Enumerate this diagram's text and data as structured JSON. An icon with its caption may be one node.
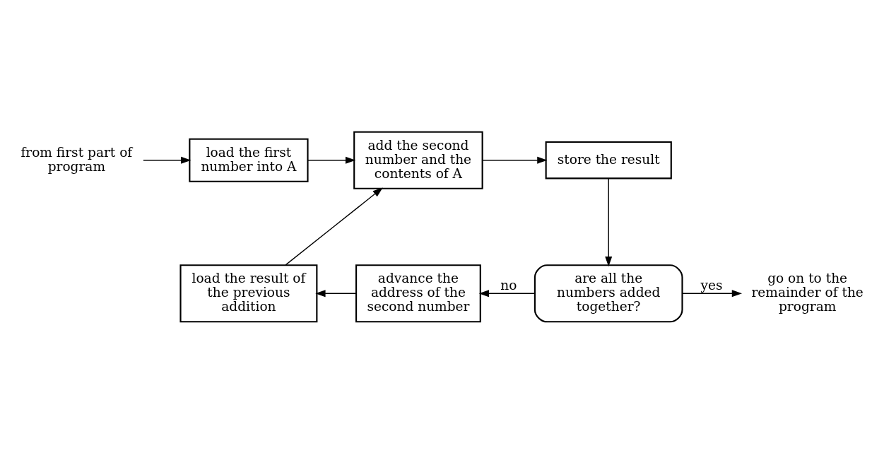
{
  "diagram": {
    "nodes": [
      {
        "text": [
          "from first part of program"
        ]
      },
      {
        "text": [
          "load the first number into A"
        ]
      },
      {
        "text": [
          "add the second number and the contents of A"
        ]
      },
      {
        "text": [
          "store the result"
        ]
      },
      {
        "text": [
          "are all the numbers added together?"
        ]
      },
      {
        "text": [
          "advance the address of the second number"
        ]
      },
      {
        "text": [
          "load the result of the previous addition"
        ]
      },
      {
        "text": [
          "go on to the remainder of the program"
        ]
      }
    ],
    "edges": [
      {
        "from": 0,
        "to": 1,
        "arrow": "to"
      },
      {
        "from": 1,
        "to": 2,
        "arrow": "to"
      },
      {
        "from": 2,
        "to": 3,
        "arrow": "to"
      },
      {
        "from": 3,
        "to": 4,
        "arrow": "to"
      },
      {
        "from": 4,
        "to": 5,
        "arrow": "to",
        "label": "no"
      },
      {
        "from": 5,
        "to": 6,
        "arrow": "to"
      },
      {
        "from": 6,
        "to": 2,
        "arrow": "to"
      },
      {
        "from": 4,
        "to": 7,
        "arrow": "to",
        "label": "yes"
      }
    ]
  }
}
